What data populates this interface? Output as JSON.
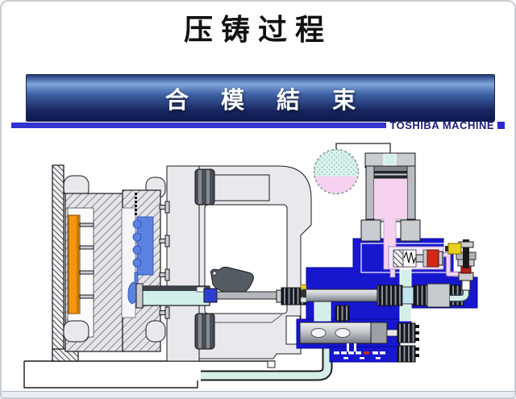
{
  "slide": {
    "title": "压铸过程",
    "banner_label": "合 模 結 束",
    "brand": "TOSHIBA MACHINE"
  },
  "colors": {
    "banner_top": "#213a77",
    "banner_highlight": "#7fa6db",
    "banner_mid": "#3f62a6",
    "banner_deep": "#17255f",
    "brand_line": "#3434d0",
    "brand_text": "#1a1a78",
    "manifold_blue": "#1717cf",
    "casting_blue": "#5b82e0",
    "plunger_tip_blue": "#2d3fd0",
    "ejector_orange": "#f2960c",
    "fluid_pink": "#f7d2f0",
    "gas_cyan": "#daf3ee",
    "pipe_cyan": "#d4efe9",
    "valve_red": "#d42816",
    "valve_yellow": "#e6cf1e",
    "ladle_gray": "#565c64"
  }
}
